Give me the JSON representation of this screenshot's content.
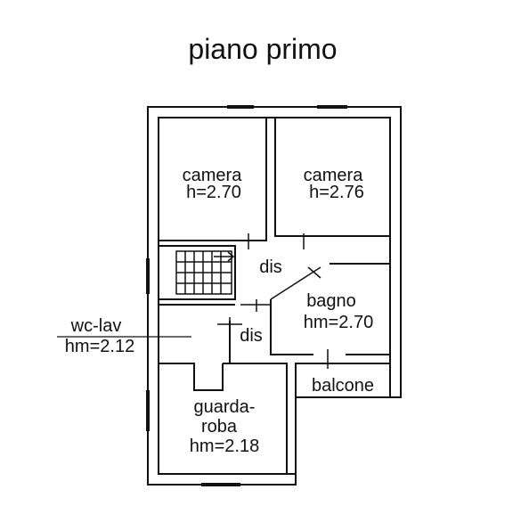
{
  "title": "piano primo",
  "rooms": {
    "camera_left": {
      "name": "camera",
      "height": "h=2.70"
    },
    "camera_right": {
      "name": "camera",
      "height": "h=2.76"
    },
    "dis_upper": {
      "name": "dis"
    },
    "bagno": {
      "name": "bagno",
      "height": "hm=2.70"
    },
    "wc_lav": {
      "name": "wc-lav",
      "height": "hm=2.12"
    },
    "dis_lower": {
      "name": "dis"
    },
    "balcone": {
      "name": "balcone"
    },
    "guardaroba": {
      "name_line1": "guarda-",
      "name_line2": "roba",
      "height": "hm=2.18"
    }
  },
  "colors": {
    "wall": "#111111",
    "background": "#ffffff"
  }
}
